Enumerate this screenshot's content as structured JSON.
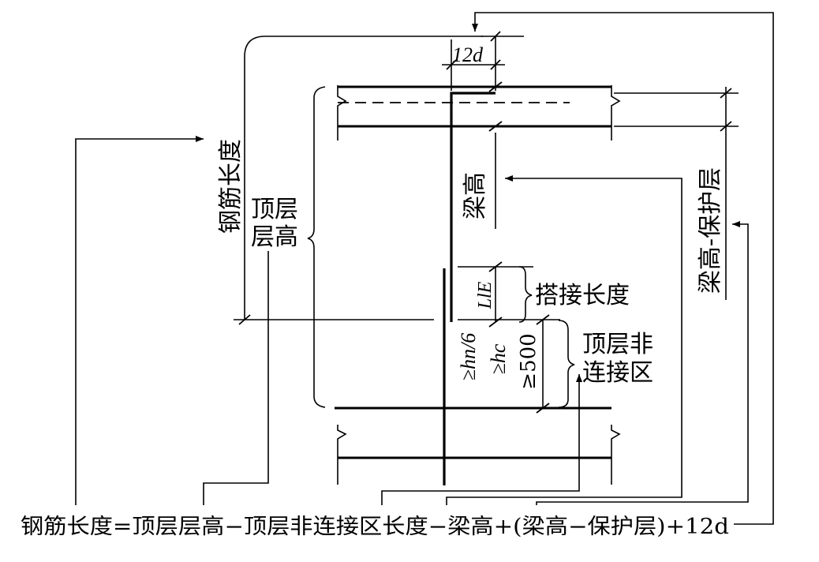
{
  "labels": {
    "rebar_length": "钢筋长度",
    "top_floor_height_1": "顶层",
    "top_floor_height_2": "层高",
    "beam_height": "梁高",
    "beam_minus_cover": "梁高-保护层",
    "lap_length": "搭接长度",
    "non_lap_zone_1": "顶层非",
    "non_lap_zone_2": "连接区",
    "dim_12d": "12d",
    "dim_LlE": "LlE",
    "dim_hn6": "≥hn/6",
    "dim_hc": "≥hc",
    "dim_500": "≥500"
  },
  "formula": "钢筋长度=顶层层高−顶层非连接区长度−梁高+(梁高−保护层)+12d",
  "colors": {
    "stroke": "#000000",
    "background": "#ffffff"
  }
}
